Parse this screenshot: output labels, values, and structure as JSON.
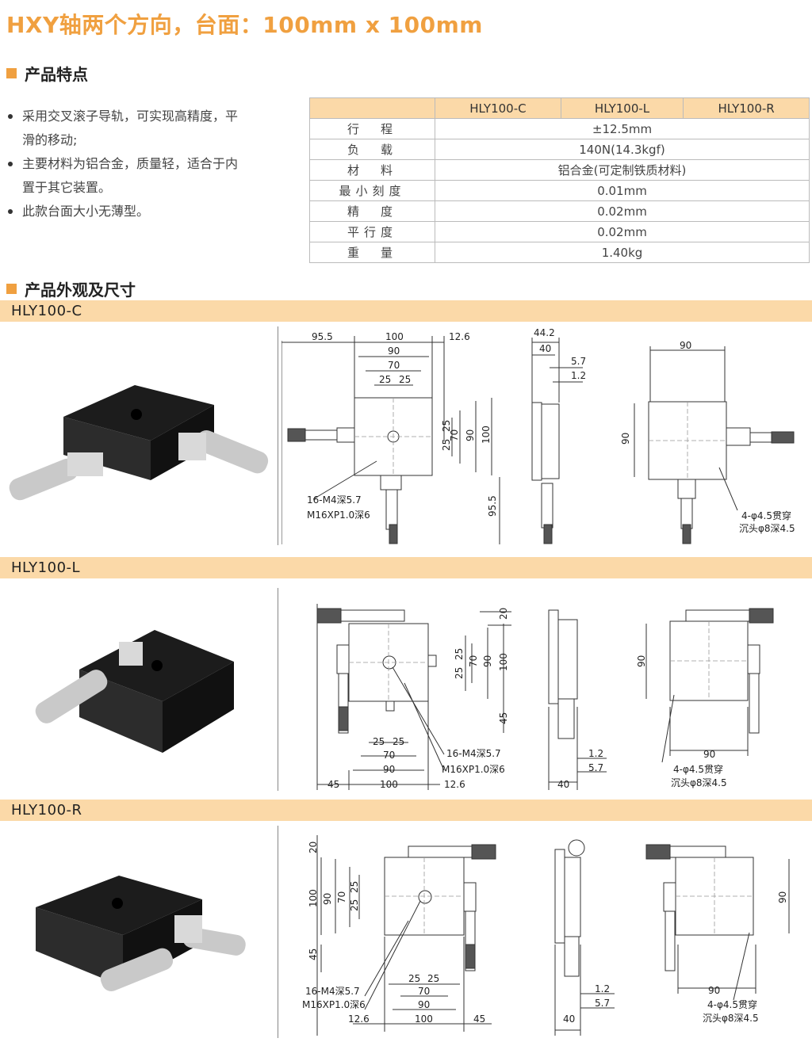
{
  "title": "HXY轴两个方向，台面：100mm x 100mm",
  "sections": {
    "features_heading": "产品特点",
    "dimensions_heading": "产品外观及尺寸"
  },
  "features": [
    "采用交叉滚子导轨，可实现高精度，平滑的移动;",
    "主要材料为铝合金，质量轻，适合于内置于其它装置。",
    "此款台面大小无薄型。"
  ],
  "spec_table": {
    "headers": [
      "",
      "HLY100-C",
      "HLY100-L",
      "HLY100-R"
    ],
    "rows": [
      {
        "label": "行　程",
        "value": "±12.5mm"
      },
      {
        "label": "负　载",
        "value": "140N(14.3kgf)"
      },
      {
        "label": "材　料",
        "value": "铝合金(可定制铁质材料)"
      },
      {
        "label": "最小刻度",
        "value": "0.01mm"
      },
      {
        "label": "精　度",
        "value": "0.02mm"
      },
      {
        "label": "平行度",
        "value": "0.02mm"
      },
      {
        "label": "重　量",
        "value": "1.40kg"
      }
    ]
  },
  "models": [
    {
      "name": "HLY100-C",
      "front": {
        "d_left": "95.5",
        "d_top": "100",
        "d_90": "90",
        "d_70": "70",
        "d_25a": "25",
        "d_25b": "25",
        "d_right": "12.6",
        "v_25a": "25",
        "v_25b": "25",
        "v_70": "70",
        "v_90": "90",
        "v_100": "100",
        "v_bottom": "95.5",
        "hole1": "16-M4深5.7",
        "hole2": "M16XP1.0深6"
      },
      "side": {
        "d_44": "44.2",
        "d_40": "40",
        "d_57": "5.7",
        "d_12": "1.2"
      },
      "back": {
        "d_90": "90",
        "v_90": "90",
        "hole1": "4-φ4.5贯穿",
        "hole2": "沉头φ8深4.5"
      }
    },
    {
      "name": "HLY100-L",
      "front": {
        "v_20": "20",
        "v_25a": "25",
        "v_25b": "25",
        "v_70": "70",
        "v_90": "90",
        "v_100": "100",
        "v_45": "45",
        "d_25a": "25",
        "d_25b": "25",
        "d_70": "70",
        "d_90": "90",
        "d_100": "100",
        "d_45": "45",
        "d_126": "12.6",
        "hole1": "16-M4深5.7",
        "hole2": "M16XP1.0深6"
      },
      "side": {
        "d_12": "1.2",
        "d_57": "5.7",
        "d_40": "40"
      },
      "back": {
        "v_90": "90",
        "d_90": "90",
        "hole1": "4-φ4.5贯穿",
        "hole2": "沉头φ8深4.5"
      }
    },
    {
      "name": "HLY100-R",
      "front": {
        "v_20": "20",
        "v_100": "100",
        "v_90": "90",
        "v_70": "70",
        "v_25a": "25",
        "v_25b": "25",
        "v_45": "45",
        "d_25a": "25",
        "d_25b": "25",
        "d_70": "70",
        "d_90": "90",
        "d_100": "100",
        "d_126": "12.6",
        "d_45": "45",
        "hole1": "16-M4深5.7",
        "hole2": "M16XP1.0深6"
      },
      "side": {
        "d_12": "1.2",
        "d_57": "5.7",
        "d_40": "40"
      },
      "back": {
        "v_90": "90",
        "d_90": "90",
        "hole1": "4-φ4.5贯穿",
        "hole2": "沉头φ8深4.5"
      }
    }
  ],
  "colors": {
    "accent": "#f0a040",
    "band": "#fbd9a8"
  }
}
